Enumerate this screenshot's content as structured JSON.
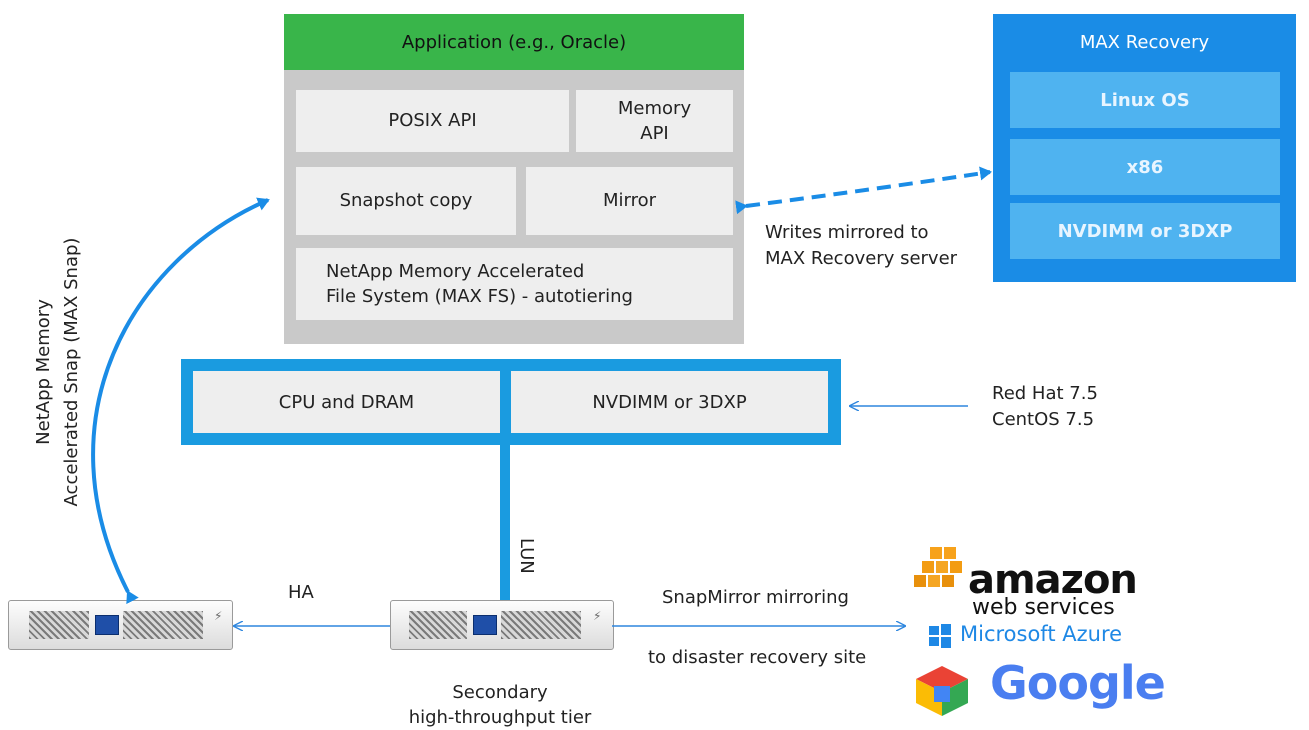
{
  "app_stack": {
    "header": "Application (e.g., Oracle)",
    "posix_api": "POSIX API",
    "memory_api_line1": "Memory",
    "memory_api_line2": "API",
    "snapshot_copy": "Snapshot copy",
    "mirror": "Mirror",
    "maxfs_line1": "NetApp Memory Accelerated",
    "maxfs_line2": "File System (MAX FS) - autotiering"
  },
  "max_recovery": {
    "title": "MAX Recovery",
    "items": [
      "Linux OS",
      "x86",
      "NVDIMM or 3DXP"
    ]
  },
  "hardware": {
    "cpu": "CPU and DRAM",
    "nvdimm": "NVDIMM or 3DXP"
  },
  "annotations": {
    "writes_line1": "Writes mirrored to",
    "writes_line2": "MAX Recovery server",
    "os_line1": "Red Hat 7.5",
    "os_line2": "CentOS 7.5",
    "lun": "LUN",
    "ha": "HA",
    "snapmirror": "SnapMirror mirroring",
    "dr_site": "to disaster recovery site",
    "secondary_line1": "Secondary",
    "secondary_line2": "high-throughput tier",
    "max_snap_line1": "NetApp Memory",
    "max_snap_line2": "Accelerated Snap (MAX Snap)"
  },
  "cloud_logos": {
    "amazon": "amazon",
    "amazon_sub": "web services",
    "azure": "Microsoft Azure",
    "google": "Google"
  },
  "colors": {
    "green": "#39b54a",
    "blue": "#1a9be0",
    "max_blue": "#1a8ce6",
    "gray": "#c9c9c9",
    "cell": "#eeeeee"
  }
}
